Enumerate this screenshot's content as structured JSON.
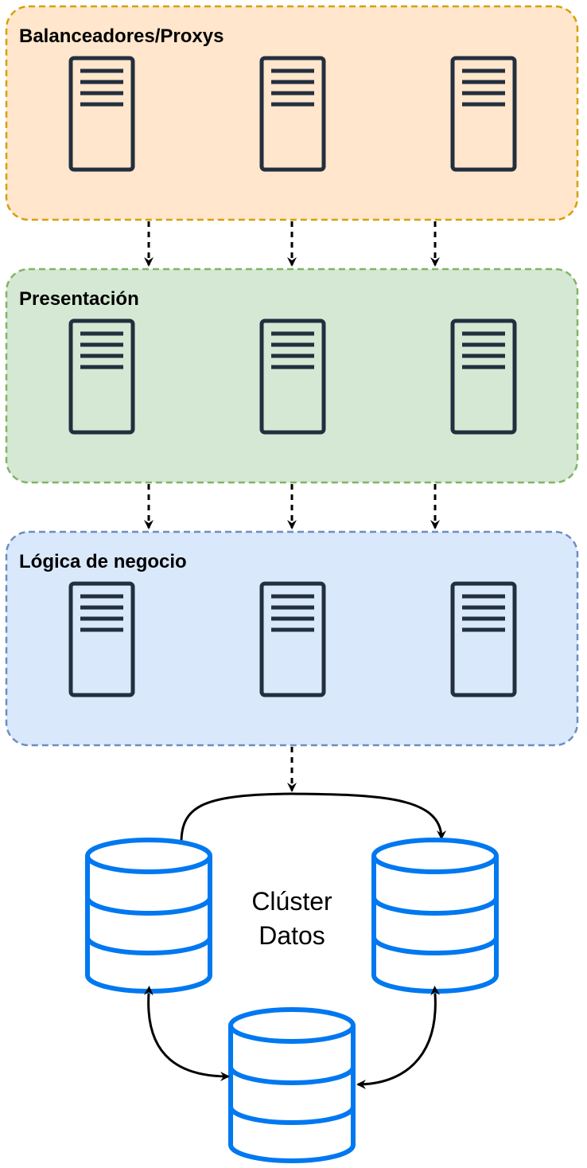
{
  "tiers": [
    {
      "title": "Balanceadores/Proxys",
      "fill": "#ffe6cc",
      "stroke": "#d6a100",
      "icon": "server-icon"
    },
    {
      "title": "Presentación",
      "fill": "#d5e8d4",
      "stroke": "#82b366",
      "icon": "server-icon"
    },
    {
      "title": "Lógica de negocio",
      "fill": "#dae8fc",
      "stroke": "#6c8ebf",
      "icon": "server-icon"
    }
  ],
  "cluster": {
    "label_line1": "Clúster",
    "label_line2": "Datos",
    "database_icon": "database-icon",
    "database_color": "#0078f0"
  },
  "colors": {
    "server_icon": "#232f3e",
    "arrow": "#000000"
  }
}
